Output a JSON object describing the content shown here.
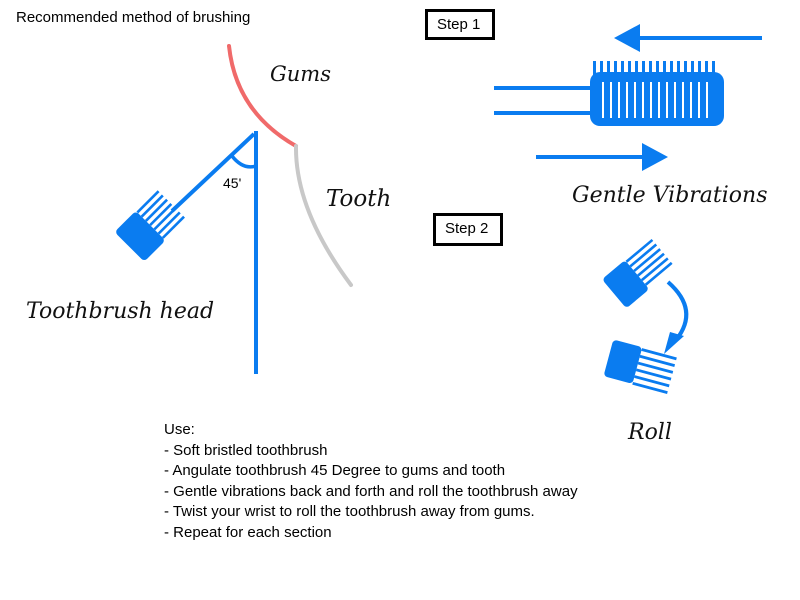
{
  "title": "Recommended method of brushing",
  "step1": {
    "label": "Step 1"
  },
  "step2": {
    "label": "Step 2"
  },
  "labels": {
    "gums": "Gums",
    "tooth": "Tooth",
    "toothbrush_head": "Toothbrush head",
    "angle": "45'",
    "gentle_vibrations": "Gentle Vibrations",
    "roll": "Roll"
  },
  "usage": {
    "heading": "Use:",
    "items": [
      "- Soft bristled toothbrush",
      "- Angulate toothbrush 45 Degree to gums and tooth",
      "- Gentle vibrations back and forth and roll the toothbrush away",
      "- Twist your wrist to roll the toothbrush away from gums.",
      "- Repeat for each section"
    ]
  },
  "colors": {
    "brush": "#0a7cf0",
    "gums": "#f06a6a",
    "tooth": "#c8c8c8",
    "text": "#000000"
  },
  "icons": {
    "arrow_left": "arrow-left-icon",
    "arrow_right": "arrow-right-icon",
    "curved_arrow": "curved-arrow-icon"
  }
}
